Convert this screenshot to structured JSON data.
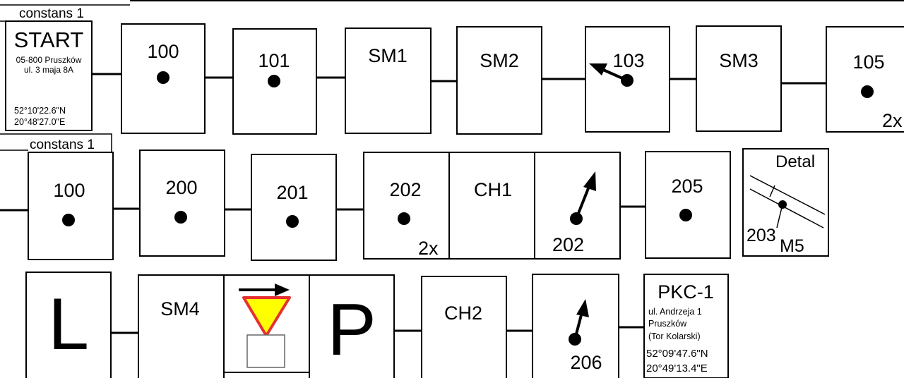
{
  "rows": [
    {
      "tab": "constans 1",
      "start": {
        "title": "START",
        "address_1": "05-800 Pruszków",
        "address_2": "ul. 3 maja 8A",
        "lat": "52°10'22.6\"N",
        "lon": "20°48'27.0\"E"
      },
      "boxes": [
        "100",
        "101",
        "SM1",
        "SM2",
        "103",
        "SM3",
        "105"
      ],
      "box_105_multiplier": "2x"
    },
    {
      "tab": "constans 1",
      "boxes": [
        "100",
        "200",
        "201",
        "202",
        "CH1",
        "",
        "205"
      ],
      "box_202_multiplier": "2x",
      "arrow_box_label": "202",
      "detail": {
        "title": "Detal",
        "number": "203",
        "subscript": "M5"
      }
    },
    {
      "boxes": [
        "L",
        "SM4",
        "",
        "P",
        "CH2",
        "206"
      ],
      "finish": {
        "title": "PKC-1",
        "address_1": "ul. Andrzeja 1",
        "address_2": "Pruszków",
        "address_3": "(Tor Kolarski)",
        "lat": "52°09'47.6\"N",
        "lon": "20°49'13.4\"E"
      }
    }
  ],
  "colors": {
    "sign_fill": "#FFFF00",
    "sign_border": "#E53030"
  }
}
